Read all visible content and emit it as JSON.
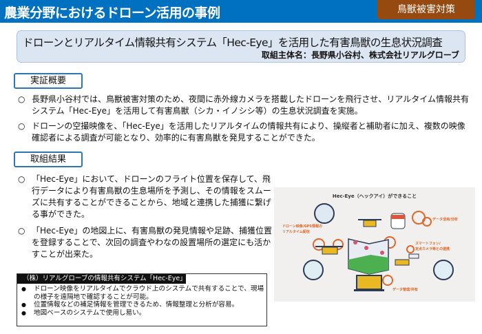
{
  "header": {
    "title": "農業分野におけるドローン活用の事例",
    "badge": "鳥獣被害対策"
  },
  "subtitle": {
    "title": "ドローンとリアルタイム情報共有システム「Hec-Eye」を活用した有害鳥獣の生息状況調査",
    "org": "取組主体名：長野県小谷村、株式会社リアルグローブ"
  },
  "sections": [
    {
      "label": "実証概要",
      "bullets": [
        "長野県小谷村では、鳥獣被害対策のため、夜間に赤外線カメラを搭載したドローンを飛行させ、リアルタイム情報共有システム「Hec-Eye」を活用して有害鳥獣（シカ・イノシシ等）の生息状況調査を実施。",
        "ドローンの空撮映像を、「Hec-Eye」を活用したリアルタイムの情報共有により、操縦者と補助者に加え、複数の映像確認者による調査が可能となり、効率的に有害鳥獣を発見することができた。"
      ]
    },
    {
      "label": "取組結果",
      "bullets": [
        "「Hec-Eye」において、ドローンのフライト位置を保存して、飛行データにより有害鳥獣の生息場所を予測し、その情報をスムーズに共有することができることから、地域と連携した捕獲に繋げる事ができた。",
        "「Hec-Eye」の地図上に、有害鳥獣の発見情報や足跡、捕獲位置を登録することで、次回の調査やわなの設置場所の選定にも活かすことが出来た。"
      ]
    }
  ],
  "bullet_marker": "○",
  "overview": {
    "title": "（株）リアルグローブの情報共有システム「Hec-Eye」の概要",
    "items": [
      "ドローン映像をリアルタイムでクラウド上のシステムで共有することで、現場の様子を遠隔地で確認することが可能。",
      "位置情報などの補足情報を管理できるため、情報整理と分析が容易。",
      "地図ベースのシステムで使用し易い。"
    ]
  },
  "figure": {
    "title": "Hec-Eye（ヘックアイ）ができること",
    "labels": [
      "ドローン映像/GPS情報の",
      "リアルタイム配信",
      "データ活用/分析",
      "スマートフォン/",
      "定点カメラ等との連携",
      "データ管理/共有"
    ],
    "accent": "#e0672c"
  },
  "colors": {
    "header": "#0070c0",
    "badge": "#974a10",
    "subtitle_bg": "#dce6f2"
  }
}
